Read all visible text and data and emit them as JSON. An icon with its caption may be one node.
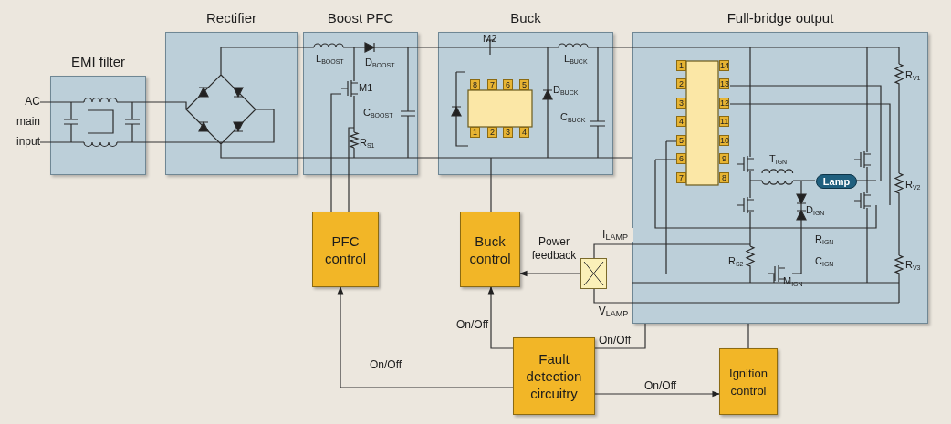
{
  "diagram": {
    "nodes": [
      {
        "text": [
          "EMI filter"
        ]
      },
      {
        "text": [
          "Rectifier"
        ]
      },
      {
        "text": [
          "Boost PFC"
        ]
      },
      {
        "text": [
          "Buck"
        ]
      },
      {
        "text": [
          "Full-bridge output"
        ]
      },
      {
        "text": [
          "Lamp"
        ],
        "in": 4
      },
      {
        "text": [
          "AC main input"
        ]
      },
      {
        "text": [
          "PFC control"
        ]
      },
      {
        "text": [
          "Buck control"
        ]
      },
      {
        "text": [],
        "shape": "box"
      },
      {
        "text": [
          "Fault detection circuitry"
        ]
      },
      {
        "text": [
          "Ignition control"
        ]
      }
    ],
    "edges": [
      {
        "from": 6,
        "to": 0,
        "arrow": "none"
      },
      {
        "from": 0,
        "to": 1,
        "arrow": "none"
      },
      {
        "from": 1,
        "to": 2,
        "arrow": "none"
      },
      {
        "from": 2,
        "to": 3,
        "arrow": "none"
      },
      {
        "from": 3,
        "to": 4,
        "arrow": "none"
      },
      {
        "from": 2,
        "to": 7,
        "arrow": "none"
      },
      {
        "from": 3,
        "to": 8,
        "arrow": "none"
      },
      {
        "from": 4,
        "to": 9,
        "arrow": "none",
        "label": "I$_{LAMP}$"
      },
      {
        "from": 4,
        "to": 9,
        "arrow": "none",
        "label": "V$_{LAMP}$"
      },
      {
        "from": 9,
        "to": 8,
        "arrow": "to",
        "label": "Power feedback"
      },
      {
        "from": 10,
        "to": 8,
        "arrow": "to",
        "label": "On/Off"
      },
      {
        "from": 10,
        "to": 7,
        "arrow": "to",
        "label": "On/Off"
      },
      {
        "from": 10,
        "to": 4,
        "arrow": "none",
        "label": "On/Off"
      },
      {
        "from": 10,
        "to": 11,
        "arrow": "to",
        "label": "On/Off"
      },
      {
        "from": 11,
        "to": 4,
        "arrow": "none"
      }
    ],
    "labels": [
      "L$_{BOOST}$",
      "D$_{BOOST}$",
      "M1",
      "C$_{BOOST}$",
      "R$_{S1}$",
      "M2",
      "L$_{BUCK}$",
      "D$_{BUCK}$",
      "C$_{BUCK}$",
      "8",
      "7",
      "6",
      "5",
      "1",
      "2",
      "3",
      "4",
      "1",
      "2",
      "3",
      "4",
      "5",
      "6",
      "7",
      "14",
      "13",
      "12",
      "11",
      "10",
      "9",
      "8",
      "T$_{IGN}$",
      "D$_{IGN}$",
      "R$_{IGN}$",
      "C$_{IGN}$",
      "M$_{IGN}$",
      "R$_{S2}$",
      "R$_{V1}$",
      "R$_{V2}$",
      "R$_{V3}$"
    ]
  }
}
